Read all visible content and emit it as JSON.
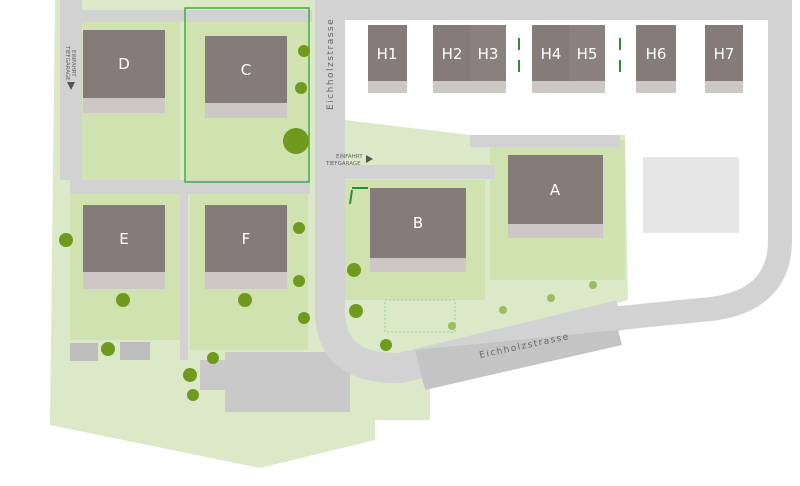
{
  "map": {
    "buildings": [
      {
        "id": "A",
        "label": "A"
      },
      {
        "id": "B",
        "label": "B"
      },
      {
        "id": "C",
        "label": "C"
      },
      {
        "id": "D",
        "label": "D"
      },
      {
        "id": "E",
        "label": "E"
      },
      {
        "id": "F",
        "label": "F"
      }
    ],
    "houses": [
      "H1",
      "H2",
      "H3",
      "H4",
      "H5",
      "H6",
      "H7"
    ],
    "streets": {
      "vertical": "Eichholzstrasse",
      "curved": "Eichholzstrasse"
    },
    "garage_entrances": [
      {
        "line1": "EINFAHRT",
        "line2": "TIEFGARAGE"
      },
      {
        "line1": "EINFAHRT",
        "line2": "TIEFGARAGE"
      }
    ],
    "selected_building": "C",
    "colors": {
      "building": "#857c79",
      "lawn": "#cfe2b0",
      "road": "#d2d2d2",
      "highlight": "#3fae3f",
      "tree": "#6f9a1e"
    }
  }
}
